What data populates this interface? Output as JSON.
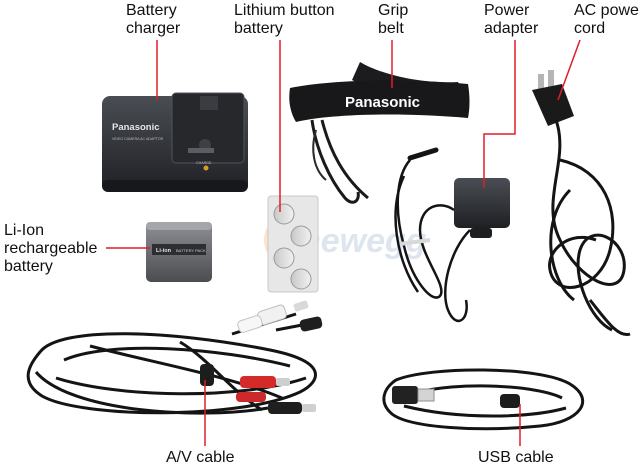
{
  "labels": {
    "battery_charger": [
      "Battery",
      "charger"
    ],
    "lithium_button_battery": [
      "Lithium button",
      "battery"
    ],
    "grip_belt": [
      "Grip",
      "belt"
    ],
    "power_adapter": [
      "Power",
      "adapter"
    ],
    "ac_power_cord": [
      "AC power",
      "cord"
    ],
    "li_ion_battery": [
      "Li-Ion",
      "rechargeable",
      "battery"
    ],
    "av_cable": "A/V cable",
    "usb_cable": "USB cable"
  },
  "brand": {
    "belt_logo": "Panasonic",
    "charger_logo": "Panasonic",
    "charger_model": "VIDEO CAMERA AC ADAPTOR",
    "charger_indicator": "CHARGE",
    "battery_logo": "Li-ion",
    "battery_label": "BATTERY PACK",
    "watermark": "newegg"
  },
  "colors": {
    "callout_line": "#e11d2a",
    "device_body": "#2b2d31",
    "cable": "#141414",
    "label_text": "#111111"
  }
}
